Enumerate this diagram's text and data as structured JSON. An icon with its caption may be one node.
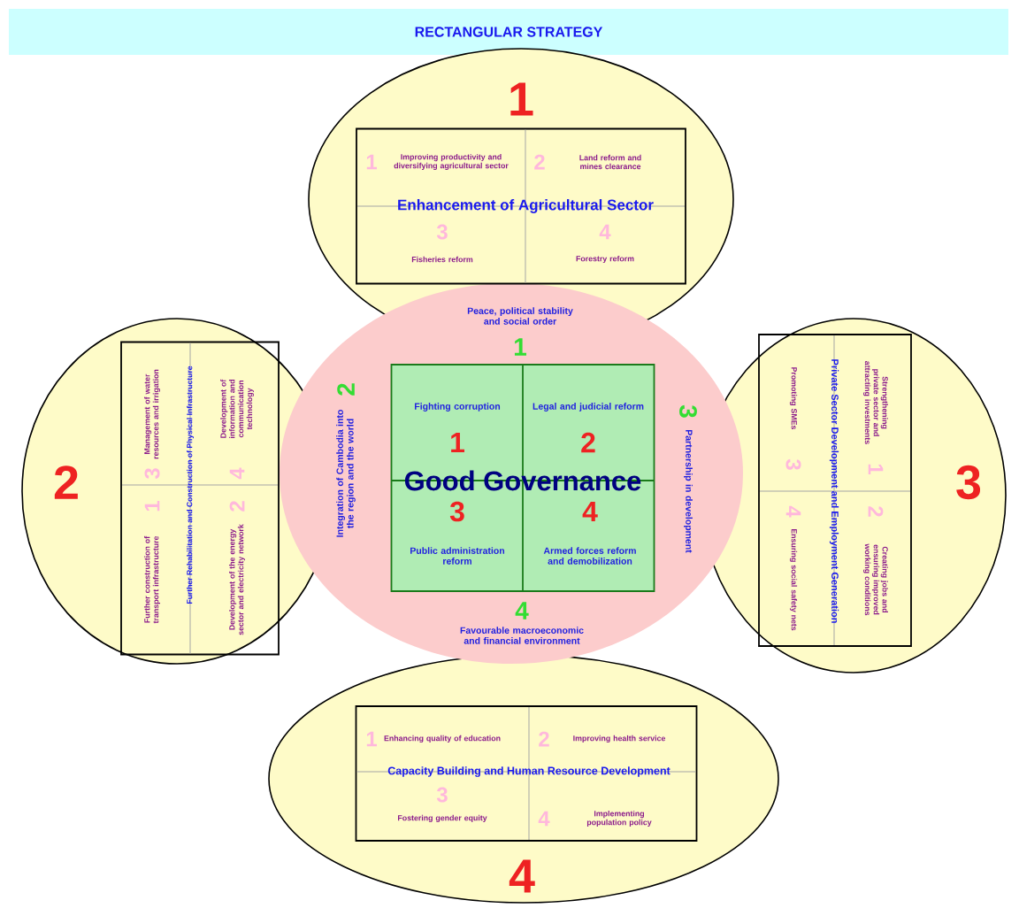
{
  "diagram": {
    "nodes": [
      {
        "text": [
          "RECTANGULAR STRATEGY"
        ]
      },
      {
        "text": [
          "1"
        ]
      },
      {
        "text": [
          "Enhancement of Agricultural Sector"
        ],
        "in": 1
      },
      {
        "text": [
          "Improving productivity and diversifying agricultural sector"
        ],
        "in": 2,
        "beside": [
          "1"
        ]
      },
      {
        "text": [
          "Land reform and mines clearance"
        ],
        "in": 2,
        "beside": [
          "2"
        ]
      },
      {
        "text": [
          "Fisheries reform"
        ],
        "in": 2,
        "beside": [
          "3"
        ]
      },
      {
        "text": [
          "Forestry reform"
        ],
        "in": 2,
        "beside": [
          "4"
        ]
      },
      {
        "text": [
          "2"
        ]
      },
      {
        "text": [
          "Further Rehabilitation and Construction of Physical Infrastructure"
        ],
        "in": 7
      },
      {
        "text": [
          "Further construction of transport infrastructure"
        ],
        "in": 8,
        "beside": [
          "1"
        ]
      },
      {
        "text": [
          "Development of the energy sector and electricity network"
        ],
        "in": 8,
        "beside": [
          "2"
        ]
      },
      {
        "text": [
          "Management of water resources and irrigation"
        ],
        "in": 8,
        "beside": [
          "3"
        ]
      },
      {
        "text": [
          "Development of information and communication technology"
        ],
        "in": 8,
        "beside": [
          "4"
        ]
      },
      {
        "text": [],
        "shape": "ellipse"
      },
      {
        "text": [
          "Peace, political stability and social order"
        ],
        "in": 13,
        "beside": [
          "1"
        ]
      },
      {
        "text": [
          "Integration of Cambodia into the region and the world"
        ],
        "in": 13,
        "beside": [
          "2"
        ]
      },
      {
        "text": [
          "Partnership in development"
        ],
        "in": 13,
        "beside": [
          "3"
        ]
      },
      {
        "text": [
          "Favourable macroeconomic and financial environment"
        ],
        "in": 13,
        "beside": [
          "4"
        ]
      },
      {
        "text": [
          "Good Governance"
        ],
        "in": 13
      },
      {
        "text": [
          "Fighting corruption"
        ],
        "in": 18,
        "beside": [
          "1"
        ]
      },
      {
        "text": [
          "Legal and judicial reform"
        ],
        "in": 18,
        "beside": [
          "2"
        ]
      },
      {
        "text": [
          "Public administration reform"
        ],
        "in": 18,
        "beside": [
          "3"
        ]
      },
      {
        "text": [
          "Armed forces reform and demobilization"
        ],
        "in": 18,
        "beside": [
          "4"
        ]
      },
      {
        "text": [
          "3"
        ]
      },
      {
        "text": [
          "Private Sector Development and Employment Generation"
        ],
        "in": 23
      },
      {
        "text": [
          "Strengthening private sector and attracting investments"
        ],
        "in": 24,
        "beside": [
          "1"
        ]
      },
      {
        "text": [
          "Creating jobs and ensuring improved working conditions"
        ],
        "in": 24,
        "beside": [
          "2"
        ]
      },
      {
        "text": [
          "Promoting SMEs"
        ],
        "in": 24,
        "beside": [
          "3"
        ]
      },
      {
        "text": [
          "Ensuring social safety nets"
        ],
        "in": 24,
        "beside": [
          "4"
        ]
      },
      {
        "text": [
          "4"
        ]
      },
      {
        "text": [
          "Capacity Building and Human Resource Development"
        ],
        "in": 29
      },
      {
        "text": [
          "Enhancing quality of education"
        ],
        "in": 30,
        "beside": [
          "1"
        ]
      },
      {
        "text": [
          "Improving health service"
        ],
        "in": 30,
        "beside": [
          "2"
        ]
      },
      {
        "text": [
          "Fostering gender equity"
        ],
        "in": 30,
        "beside": [
          "3"
        ]
      },
      {
        "text": [
          "Implementing population policy"
        ],
        "in": 30,
        "beside": [
          "4"
        ]
      }
    ]
  }
}
